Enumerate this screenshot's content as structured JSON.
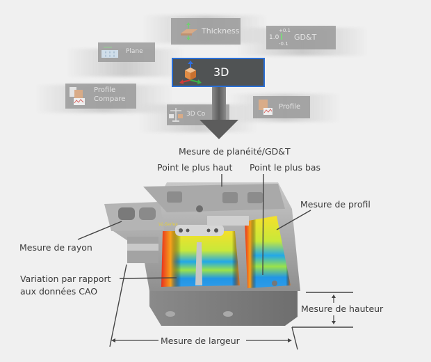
{
  "modes": {
    "thickness": {
      "label": "Thickness",
      "icon": "thickness-icon"
    },
    "gdt": {
      "label": "GD&T",
      "icon": "gdt-tolerance-icon",
      "tolerance_plus": "+0.1",
      "nominal": "1.0",
      "tolerance_minus": "-0.1"
    },
    "plane": {
      "label": "Plane",
      "icon": "plane-icon"
    },
    "three_d": {
      "label": "3D",
      "icon": "3d-cube-axes-icon",
      "selected": true
    },
    "profile_compare": {
      "label_line1": "Profile",
      "label_line2": "Compare",
      "icon": "profile-compare-icon"
    },
    "three_d_compare": {
      "label": "3D Co",
      "icon": "3d-compare-scale-icon"
    },
    "profile": {
      "label": "Profile",
      "icon": "profile-icon"
    }
  },
  "colors": {
    "accent_blue": "#2a6fd6",
    "button_dark": "#505354",
    "button_faded": "#9b9b9b",
    "background": "#f0f0f0",
    "arrow": "#6a6a6a",
    "leader_line": "#444444"
  },
  "part": {
    "engraving": "VL-Series"
  },
  "annotations": {
    "flatness_gdt": "Mesure de planéité/GD&T",
    "highest_point": "Point le plus haut",
    "lowest_point": "Point le plus bas",
    "profile": "Mesure de profil",
    "radius": "Mesure de rayon",
    "cad_variation_line1": "Variation par rapport",
    "cad_variation_line2": "aux données CAO",
    "height": "Mesure de hauteur",
    "width": "Mesure de largeur"
  }
}
